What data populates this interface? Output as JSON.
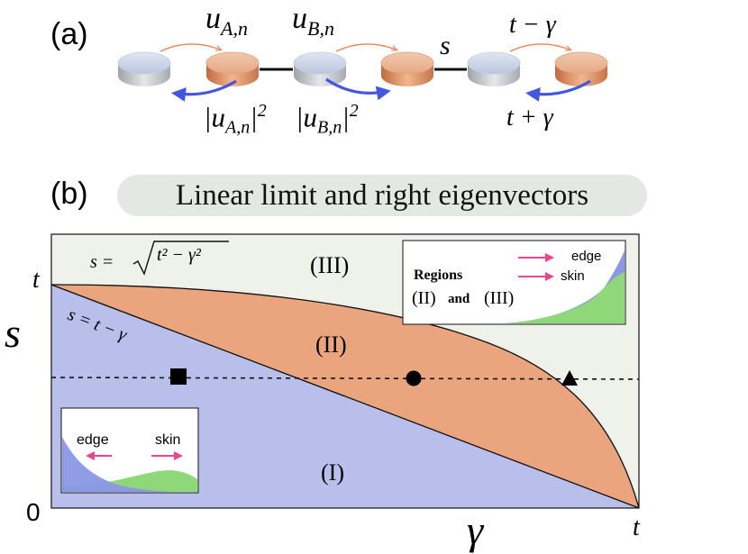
{
  "panel_a": {
    "label": "(a)",
    "u_a": "u",
    "u_a_sub": "A,n",
    "u_b": "u",
    "u_b_sub": "B,n",
    "s_label": "s",
    "t_minus_gamma": "t − γ",
    "t_plus_gamma": "t + γ",
    "abs_ua": "|u",
    "abs_ua_sub": "A,n",
    "abs_ua_end": "|",
    "abs_ua_exp": "2",
    "abs_ub": "|u",
    "abs_ub_sub": "B,n",
    "abs_ub_end": "|",
    "abs_ub_exp": "2"
  },
  "panel_b": {
    "label": "(b)",
    "banner": "Linear limit and right eigenvectors",
    "y_axis_label": "s",
    "x_axis_label": "γ",
    "y_tick_top": "t",
    "y_tick_zero": "0",
    "x_tick_right": "t",
    "curve_label_lhs": "s = ",
    "curve_label_sqrt": "t² − γ²",
    "line_label": "s = t − γ",
    "region_1": "(I)",
    "region_2": "(II)",
    "region_3": "(III)",
    "inset_left": {
      "edge": "edge",
      "skin": "skin"
    },
    "inset_right": {
      "title_line1": "Regions",
      "title_ii": "(II)",
      "title_and": "and",
      "title_iii": "(III)",
      "edge": "edge",
      "skin": "skin"
    }
  },
  "colors": {
    "region_1": "#b8bfeb",
    "region_2": "#eba57e",
    "region_3": "#eef2ea",
    "edge_fill": "#8b97e6",
    "skin_fill": "#8ed87a",
    "arrow_pink": "#f0438c",
    "arrow_blue": "#4357e0",
    "arrow_orange": "#e8845a",
    "banner_bg": "#e3e9e2"
  }
}
